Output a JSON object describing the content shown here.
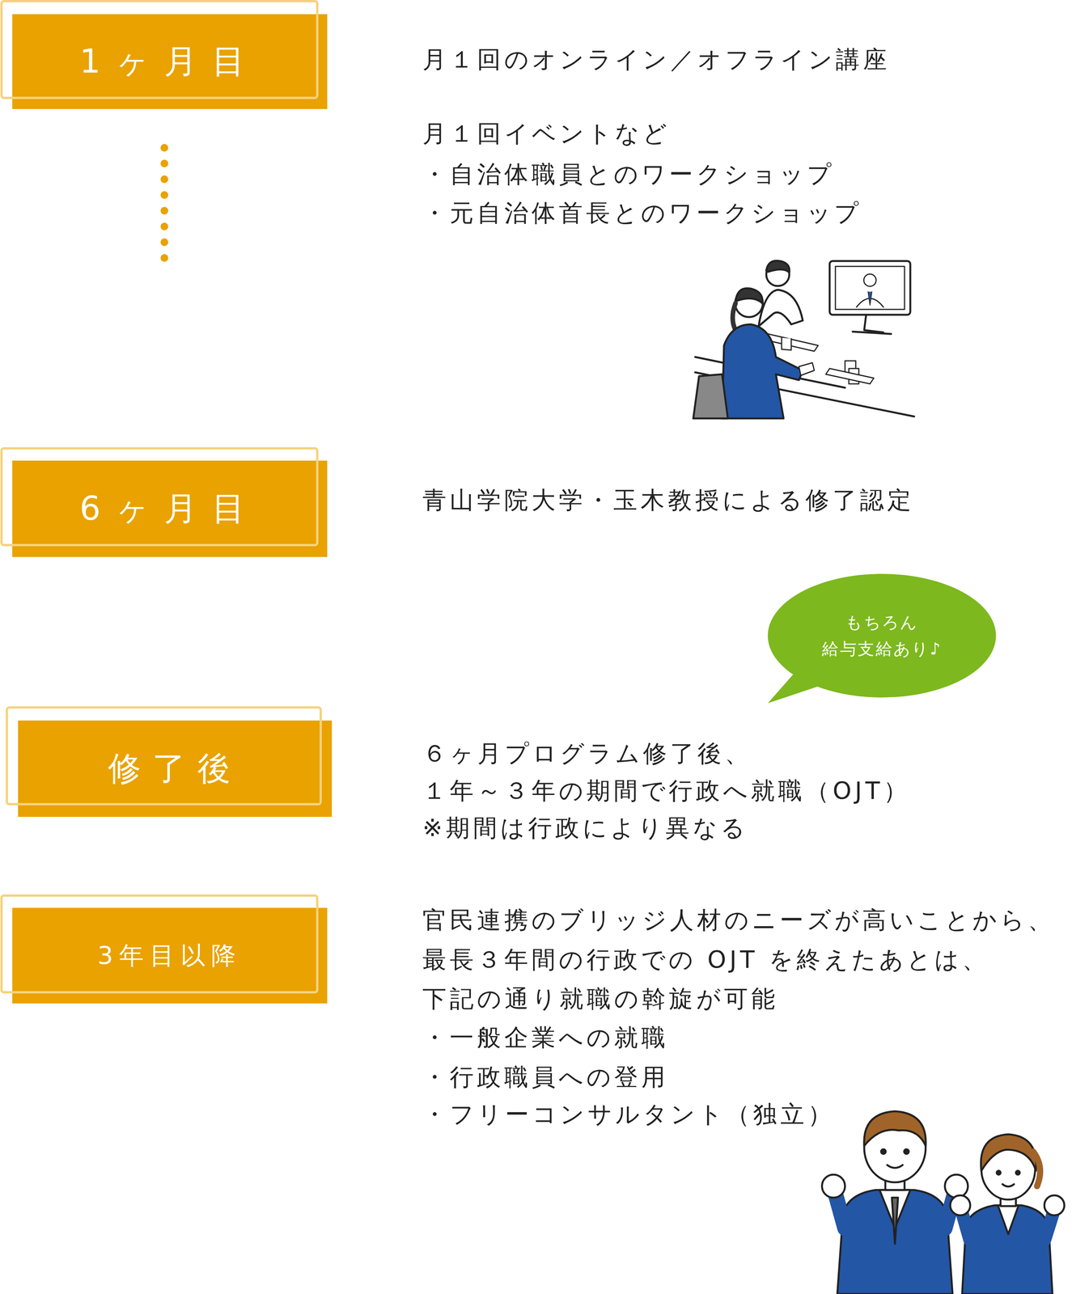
{
  "diagram": {
    "nodes": [
      {
        "text": [
          "1ヶ月目"
        ]
      },
      {
        "text": [
          "6ヶ月目"
        ]
      },
      {
        "text": [
          "もちろん 給与支給あり♪"
        ]
      },
      {
        "text": [
          "修了後"
        ]
      },
      {
        "text": [
          "3年目以降"
        ]
      }
    ],
    "labels": [
      "月１回のオンライン／オフライン講座",
      "月１回イベントなど",
      "・自治体職員とのワークショップ",
      "・元自治体首長とのワークショップ",
      "青山学院大学・玉木教授による修了認定",
      "６ヶ月プログラム修了後、",
      "１年～３年の期間で行政へ就職（OJT）",
      "※期間は行政により異なる",
      "官民連携のブリッジ人材のニーズが高いことから、",
      "最長３年間の行政での OJT を終えたあとは、",
      "下記の通り就職の斡旋が可能",
      "・一般企業への就職",
      "・行政職員への登用",
      "・フリーコンサルタント（独立）"
    ]
  }
}
